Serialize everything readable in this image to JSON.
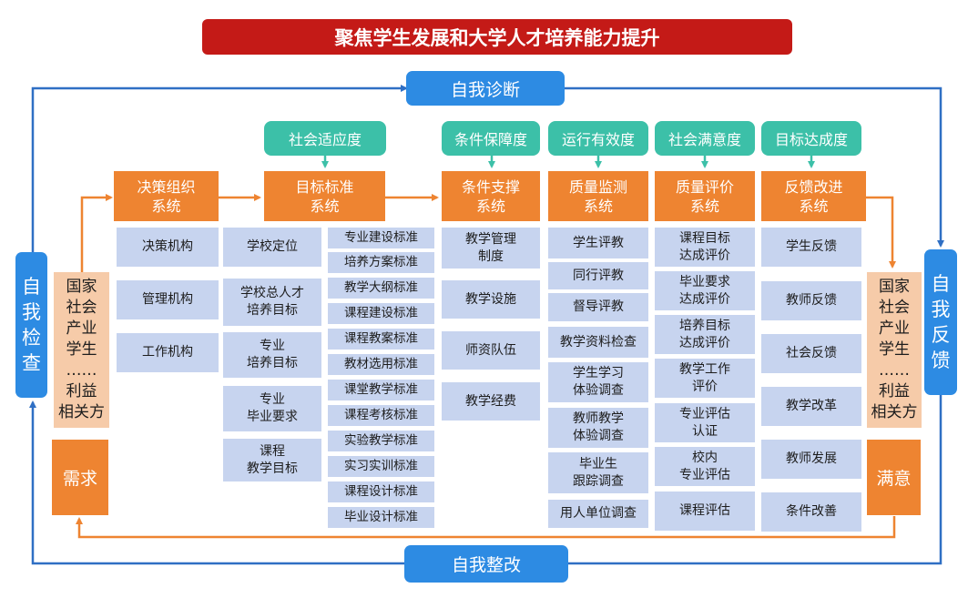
{
  "title": "聚焦学生发展和大学人才培养能力提升",
  "loop": {
    "top": "自我诊断",
    "bottom": "自我整改",
    "left": "自\n我\n检\n查",
    "right": "自\n我\n反\n馈"
  },
  "stakeholders": {
    "left": "国家\n社会\n产业\n学生\n……\n利益\n相关方",
    "right": "国家\n社会\n产业\n学生\n……\n利益\n相关方",
    "left_outcome": "需求",
    "right_outcome": "满意"
  },
  "dimensions": [
    "社会适应度",
    "条件保障度",
    "运行有效度",
    "社会满意度",
    "目标达成度"
  ],
  "systems": [
    {
      "label": "决策组织\n系统",
      "items": [
        "决策机构",
        "管理机构",
        "工作机构"
      ]
    },
    {
      "label": "目标标准\n系统",
      "items": [
        "学校定位",
        "学校总人才\n培养目标",
        "专业\n培养目标",
        "专业\n毕业要求",
        "课程\n教学目标"
      ],
      "standards": [
        "专业建设标准",
        "培养方案标准",
        "教学大纲标准",
        "课程建设标准",
        "课程教案标准",
        "教材选用标准",
        "课堂教学标准",
        "课程考核标准",
        "实验教学标准",
        "实习实训标准",
        "课程设计标准",
        "毕业设计标准"
      ]
    },
    {
      "label": "条件支撑\n系统",
      "items": [
        "教学管理\n制度",
        "教学设施",
        "师资队伍",
        "教学经费"
      ]
    },
    {
      "label": "质量监测\n系统",
      "items": [
        "学生评教",
        "同行评教",
        "督导评教",
        "教学资料检查",
        "学生学习\n体验调查",
        "教师教学\n体验调查",
        "毕业生\n跟踪调查",
        "用人单位调查"
      ]
    },
    {
      "label": "质量评价\n系统",
      "items": [
        "课程目标\n达成评价",
        "毕业要求\n达成评价",
        "培养目标\n达成评价",
        "教学工作\n评价",
        "专业评估\n认证",
        "校内\n专业评估",
        "课程评估"
      ]
    },
    {
      "label": "反馈改进\n系统",
      "items": [
        "学生反馈",
        "教师反馈",
        "社会反馈",
        "教学改革",
        "教师发展",
        "条件改善"
      ]
    }
  ],
  "colors": {
    "title_red": "#c41a17",
    "loop_blue": "#2d8be3",
    "dimension_teal": "#3cc0a8",
    "system_orange": "#ee8431",
    "item_blue": "#c7d4ef",
    "stakeholder_peach": "#f6cba9"
  }
}
